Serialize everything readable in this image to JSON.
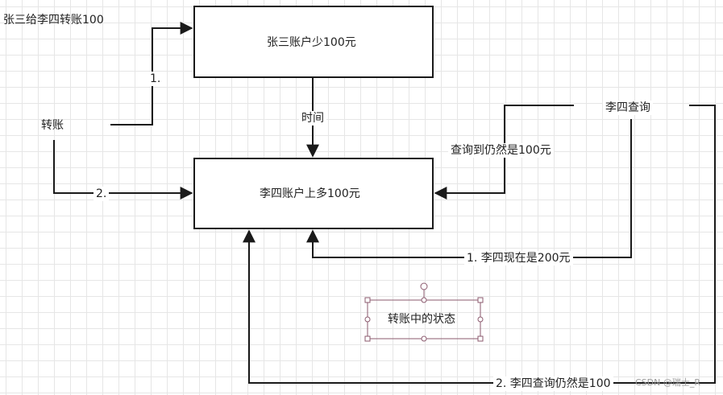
{
  "title": "张三给李四转账100",
  "boxes": {
    "top": "张三账户少100元",
    "middle": "李四账户上多100元"
  },
  "labels": {
    "transfer": "转账",
    "step1": "1.",
    "step2": "2.",
    "time": "时间",
    "query": "李四查询",
    "query_result": "查询到仍然是100元",
    "now_200": "1. 李四现在是200元",
    "query_still_100": "2. 李四查询仍然是100",
    "selected_text": "转账中的状态"
  },
  "watermark": "CSDN @瑞士_R",
  "colors": {
    "line": "#1a1a1a",
    "grid": "#e6e6e6",
    "selection": "#8b5a6e"
  }
}
